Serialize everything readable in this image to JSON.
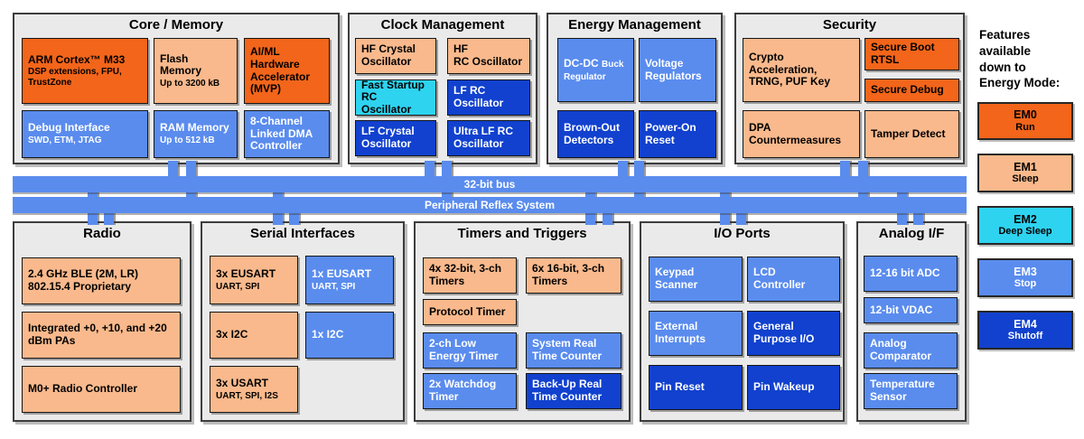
{
  "core": {
    "title": "Core / Memory",
    "arm": {
      "t": "ARM Cortex™ M33",
      "s": "DSP extensions, FPU, TrustZone"
    },
    "flash": {
      "t": "Flash Memory",
      "s": "Up to 3200 kB"
    },
    "aiml": {
      "t": "AI/ML Hardware Accelerator (MVP)"
    },
    "debug": {
      "t": "Debug Interface",
      "s": "SWD, ETM, JTAG"
    },
    "ram": {
      "t": "RAM Memory",
      "s": "Up to 512 kB"
    },
    "dma": {
      "t": "8-Channel Linked DMA Controller"
    }
  },
  "clock": {
    "title": "Clock Management",
    "hfxo": {
      "t": "HF Crystal Oscillator"
    },
    "hfrco": {
      "t": "HF\nRC Oscillator"
    },
    "fsrco": {
      "t": "Fast Startup RC Oscillator"
    },
    "lfrco": {
      "t": "LF RC Oscillator"
    },
    "lfxo": {
      "t": "LF Crystal Oscillator"
    },
    "ulfrco": {
      "t": "Ultra LF RC Oscillator"
    }
  },
  "energy": {
    "title": "Energy Management",
    "dcdc": {
      "t": "DC-DC",
      "s": "Buck Regulator"
    },
    "vreg": {
      "t": "Voltage Regulators"
    },
    "bod": {
      "t": "Brown-Out Detectors"
    },
    "por": {
      "t": "Power-On Reset"
    }
  },
  "security": {
    "title": "Security",
    "crypto": {
      "t": "Crypto Acceleration, TRNG, PUF Key"
    },
    "sboot": {
      "t": "Secure Boot RTSL"
    },
    "sdebug": {
      "t": "Secure Debug"
    },
    "dpa": {
      "t": "DPA Countermeasures"
    },
    "tamper": {
      "t": "Tamper Detect"
    }
  },
  "radio": {
    "title": "Radio",
    "ble": {
      "t": "2.4 GHz BLE (2M, LR) 802.15.4 Proprietary"
    },
    "pa": {
      "t": "Integrated +0, +10, and +20 dBm PAs"
    },
    "m0": {
      "t": "M0+ Radio Controller"
    }
  },
  "serial": {
    "title": "Serial Interfaces",
    "eusart3": {
      "t": "3x EUSART",
      "s": "UART, SPI"
    },
    "eusart1": {
      "t": "1x EUSART",
      "s": "UART, SPI"
    },
    "i2c3": {
      "t": "3x I2C"
    },
    "i2c1": {
      "t": "1x I2C"
    },
    "usart3": {
      "t": "3x USART",
      "s": "UART, SPI, I2S"
    }
  },
  "timers": {
    "title": "Timers and Triggers",
    "t32": {
      "t": "4x 32-bit, 3-ch Timers"
    },
    "t16": {
      "t": "6x 16-bit, 3-ch Timers"
    },
    "prot": {
      "t": "Protocol Timer"
    },
    "le": {
      "t": "2-ch Low Energy Timer"
    },
    "sysrtc": {
      "t": "System Real Time Counter"
    },
    "wdog": {
      "t": "2x Watchdog Timer"
    },
    "burtc": {
      "t": "Back-Up Real Time Counter"
    }
  },
  "io": {
    "title": "I/O Ports",
    "keypad": {
      "t": "Keypad Scanner"
    },
    "lcd": {
      "t": "LCD\nController"
    },
    "extint": {
      "t": "External Interrupts"
    },
    "gpio": {
      "t": "General Purpose I/O"
    },
    "pinreset": {
      "t": "Pin Reset"
    },
    "pinwakeup": {
      "t": "Pin Wakeup"
    }
  },
  "analog": {
    "title": "Analog I/F",
    "adc": {
      "t": "12-16 bit ADC"
    },
    "vdac": {
      "t": "12-bit VDAC"
    },
    "acmp": {
      "t": "Analog Comparator"
    },
    "temp": {
      "t": "Temperature Sensor"
    }
  },
  "buses": {
    "bus1": "32-bit bus",
    "bus2": "Peripheral Reflex System"
  },
  "legend": {
    "heading": "Features\navailable\ndown to\nEnergy Mode:",
    "em0": {
      "name": "EM0",
      "mode": "Run"
    },
    "em1": {
      "name": "EM1",
      "mode": "Sleep"
    },
    "em2": {
      "name": "EM2",
      "mode": "Deep Sleep"
    },
    "em3": {
      "name": "EM3",
      "mode": "Stop"
    },
    "em4": {
      "name": "EM4",
      "mode": "Shutoff"
    }
  },
  "colors": {
    "em0_run_orange": "#F2651A",
    "em1_sleep_peach": "#F9B98C",
    "em2_deep_sleep_cyan": "#2ED3F0",
    "em3_stop_blue": "#5A8CEE",
    "em4_shutoff_dark_blue": "#1141CE",
    "panel_gray": "#EAEAEA",
    "bus_blue": "#5A8CEE"
  }
}
